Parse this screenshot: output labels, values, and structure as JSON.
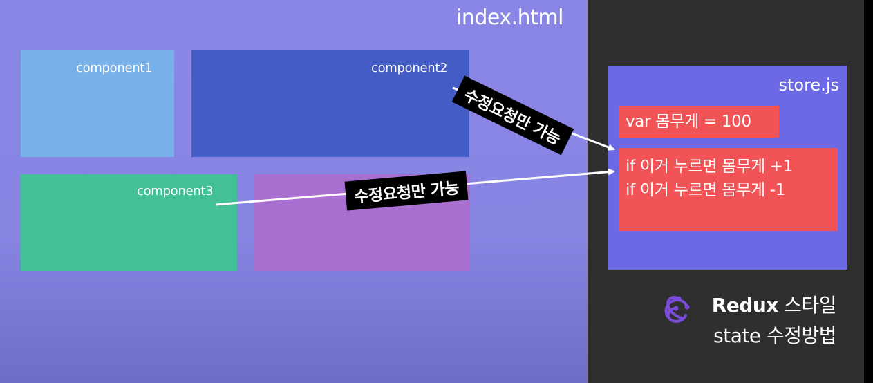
{
  "title": "index.html",
  "components": {
    "c1": "component1",
    "c2": "component2",
    "c3": "component3"
  },
  "store": {
    "title": "store.js",
    "state_line": "var 몸무게 = 100",
    "rules": [
      "if 이거 누르면 몸무게 +1",
      "if 이거 누르면 몸무게 -1"
    ]
  },
  "arrow_labels": [
    "수정요청만 가능",
    "수정요청만 가능"
  ],
  "footer": {
    "brand": "Redux",
    "line1_rest": "스타일",
    "line2": "state 수정방법"
  },
  "colors": {
    "component1": "#78b2e8",
    "component2": "#435dc4",
    "component3": "#42c196",
    "component4": "#a96fd1",
    "store": "#6b69e3",
    "highlight": "#f25356",
    "redux_logo": "#7c4ddb"
  },
  "icons": {
    "logo": "redux-logo-icon"
  }
}
